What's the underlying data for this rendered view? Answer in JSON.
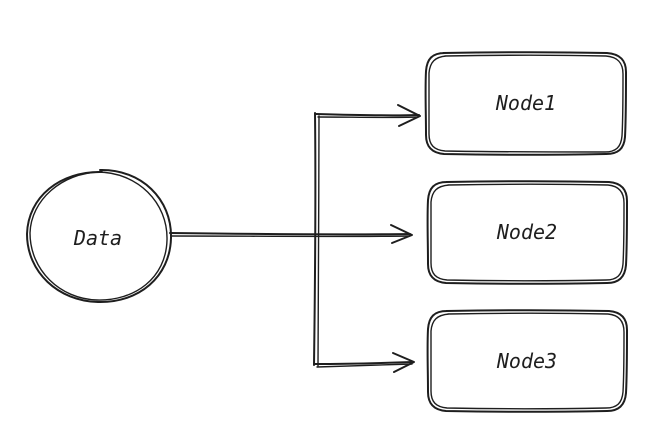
{
  "diagram": {
    "source_label": "Data",
    "nodes": [
      {
        "label": "Node1"
      },
      {
        "label": "Node2"
      },
      {
        "label": "Node3"
      }
    ]
  },
  "colors": {
    "stroke": "#1e1e1e",
    "background": "#ffffff"
  }
}
